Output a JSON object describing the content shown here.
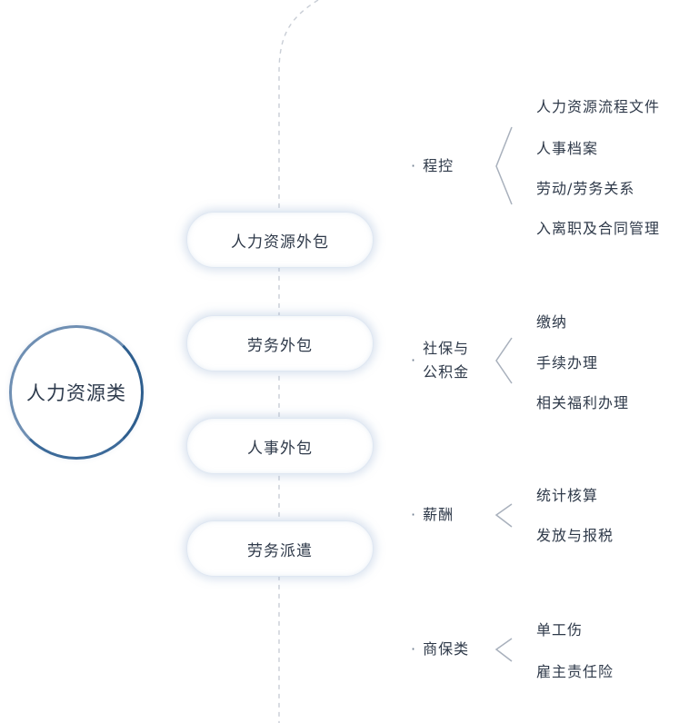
{
  "root": {
    "label": "人力资源类"
  },
  "services": [
    {
      "label": "人力资源外包"
    },
    {
      "label": "劳务外包"
    },
    {
      "label": "人事外包"
    },
    {
      "label": "劳务派遣"
    }
  ],
  "categories": [
    {
      "label": "程控",
      "items": [
        "人力资源流程文件",
        "人事档案",
        "劳动/劳务关系",
        "入离职及合同管理"
      ]
    },
    {
      "label": "社保与\n公积金",
      "items": [
        "缴纳",
        "手续办理",
        "相关福利办理"
      ]
    },
    {
      "label": "薪酬",
      "items": [
        "统计核算",
        "发放与报税"
      ]
    },
    {
      "label": "商保类",
      "items": [
        "单工伤",
        "雇主责任险"
      ]
    }
  ],
  "colors": {
    "dashed_line": "#c9ced6",
    "bracket": "#a8b0bc",
    "circle_outer": "#6f8fb3",
    "circle_dark": "#2e5e8e",
    "text": "#2f3a4a"
  }
}
